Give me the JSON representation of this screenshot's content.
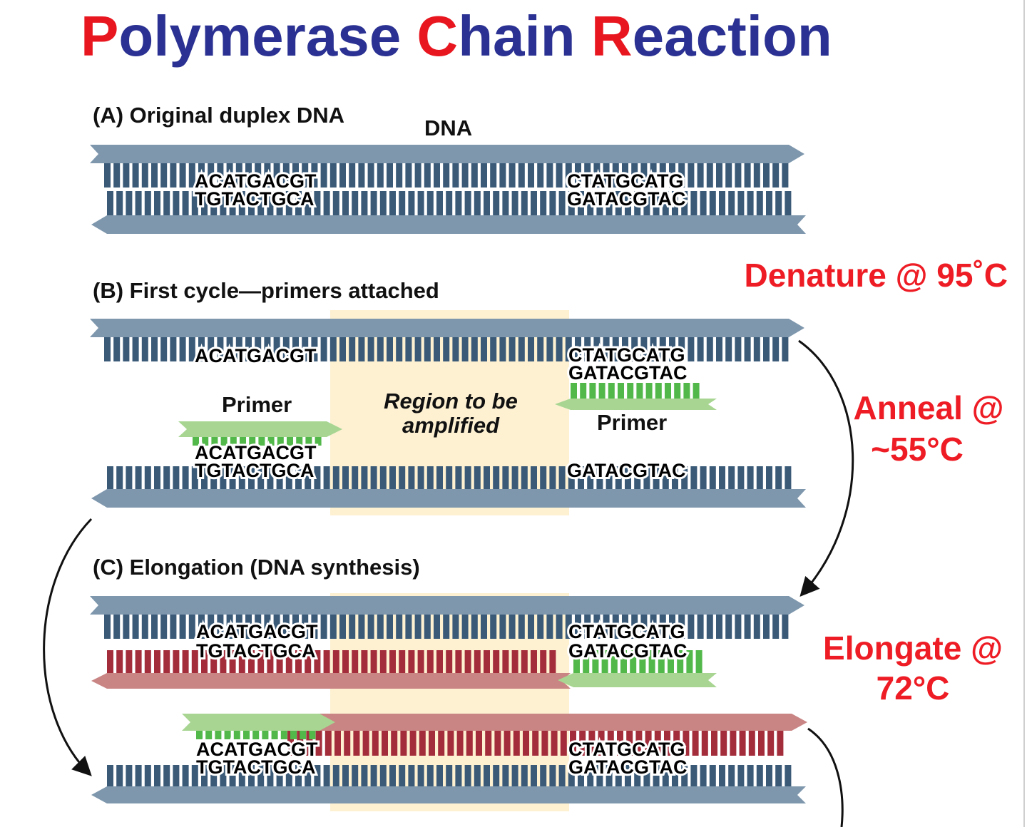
{
  "title": {
    "parts": [
      {
        "text": "P",
        "color": "#e8161f"
      },
      {
        "text": "olymerase ",
        "color": "#2a3192"
      },
      {
        "text": "C",
        "color": "#e8161f"
      },
      {
        "text": "hain ",
        "color": "#2a3192"
      },
      {
        "text": "R",
        "color": "#e8161f"
      },
      {
        "text": "eaction",
        "color": "#2a3192"
      }
    ]
  },
  "colors": {
    "template_strand": "#7e97ad",
    "template_teeth": "#3a5a78",
    "new_strand": "#c98484",
    "new_teeth": "#a42d3c",
    "primer_strand": "#a8d692",
    "primer_teeth": "#52b84a",
    "region_highlight": "#fdf1d2",
    "step_label": "#ee1c24",
    "arrow": "#111111"
  },
  "panels": {
    "a": {
      "label": "(A)  Original duplex DNA",
      "dna_label": "DNA",
      "left_top_seq": "ACATGACGT",
      "left_bottom_seq": "TGTACTGCA",
      "right_top_seq": "CTATGCATG",
      "right_bottom_seq": "GATACGTAC"
    },
    "b": {
      "label": "(B)  First cycle—primers attached",
      "top_left_seq": "ACATGACGT",
      "top_right_seq": "CTATGCATG",
      "top_primer_seq": "GATACGTAC",
      "primer_left_label": "Primer",
      "primer_right_label": "Primer",
      "region_line1": "Region to be",
      "region_line2": "amplified",
      "bottom_primer_seq": "ACATGACGT",
      "bottom_left_seq": "TGTACTGCA",
      "bottom_right_seq": "GATACGTAC"
    },
    "c": {
      "label": "(C)  Elongation (DNA synthesis)",
      "d1_left_top": "ACATGACGT",
      "d1_left_bottom": "TGTACTGCA",
      "d1_right_top": "CTATGCATG",
      "d1_right_bottom": "GATACGTAC",
      "d2_left_top": "ACATGACGT",
      "d2_left_bottom": "TGTACTGCA",
      "d2_right_top": "CTATGCATG",
      "d2_right_bottom": "GATACGTAC"
    }
  },
  "steps": {
    "denature": "Denature @ 95˚C",
    "anneal_line1": "Anneal @",
    "anneal_line2": "~55°C",
    "elongate_line1": "Elongate @",
    "elongate_line2": "72°C"
  }
}
